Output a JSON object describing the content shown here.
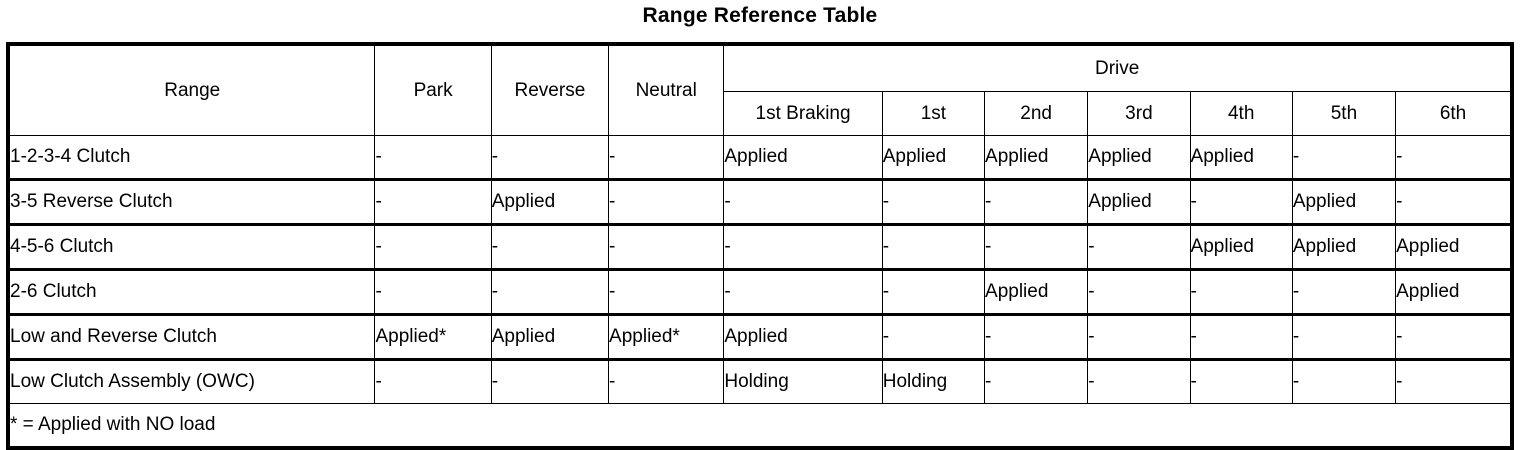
{
  "title": "Range Reference Table",
  "table": {
    "group_header": {
      "range": "Range",
      "park": "Park",
      "reverse": "Reverse",
      "neutral": "Neutral",
      "drive": "Drive"
    },
    "drive_columns": [
      "1st Braking",
      "1st",
      "2nd",
      "3rd",
      "4th",
      "5th",
      "6th"
    ],
    "rows": [
      {
        "label": "1-2-3-4 Clutch",
        "park": "-",
        "reverse": "-",
        "neutral": "-",
        "drive": [
          "Applied",
          "Applied",
          "Applied",
          "Applied",
          "Applied",
          "-",
          "-"
        ]
      },
      {
        "label": "3-5 Reverse Clutch",
        "park": "-",
        "reverse": "Applied",
        "neutral": "-",
        "drive": [
          "-",
          "-",
          "-",
          "Applied",
          "-",
          "Applied",
          "-"
        ]
      },
      {
        "label": "4-5-6 Clutch",
        "park": "-",
        "reverse": "-",
        "neutral": "-",
        "drive": [
          "-",
          "-",
          "-",
          "-",
          "Applied",
          "Applied",
          "Applied"
        ]
      },
      {
        "label": "2-6 Clutch",
        "park": "-",
        "reverse": "-",
        "neutral": "-",
        "drive": [
          "-",
          "-",
          "Applied",
          "-",
          "-",
          "-",
          "Applied"
        ]
      },
      {
        "label": "Low and Reverse Clutch",
        "park": "Applied*",
        "reverse": "Applied",
        "neutral": "Applied*",
        "drive": [
          "Applied",
          "-",
          "-",
          "-",
          "-",
          "-",
          "-"
        ]
      },
      {
        "label": "Low Clutch Assembly (OWC)",
        "park": "-",
        "reverse": "-",
        "neutral": "-",
        "drive": [
          "Holding",
          "Holding",
          "-",
          "-",
          "-",
          "-",
          "-"
        ]
      }
    ],
    "footnote": "* = Applied with NO load"
  }
}
